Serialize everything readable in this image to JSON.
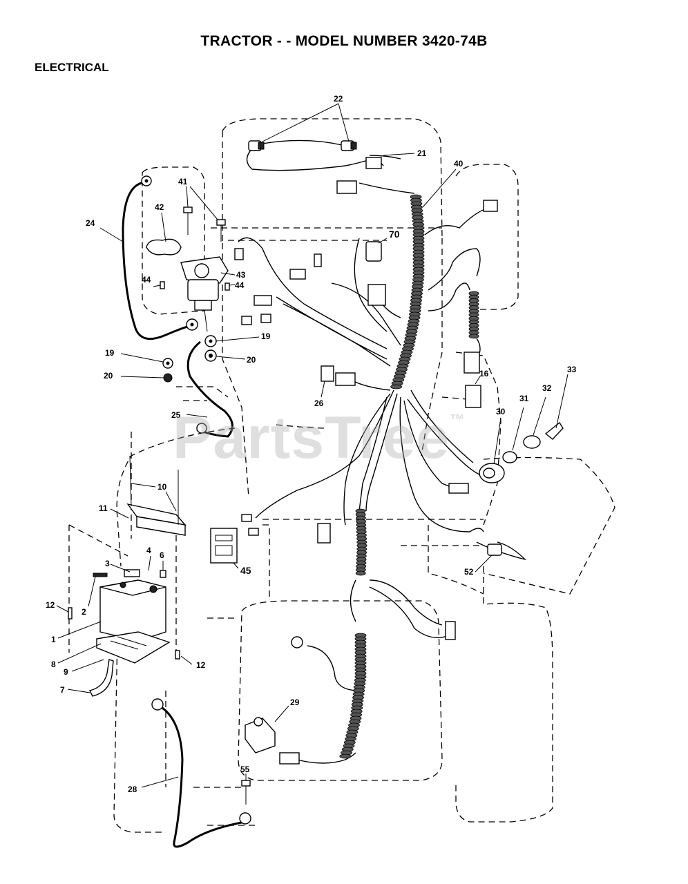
{
  "header": {
    "title": "TRACTOR - - MODEL NUMBER 3420-74B",
    "section": "ELECTRICAL"
  },
  "watermark": {
    "text": "PartsTree",
    "mark": "™"
  },
  "callouts": {
    "c22": "22",
    "c21": "21",
    "c40": "40",
    "c41": "41",
    "c42": "42",
    "c24": "24",
    "c70": "70",
    "c43": "43",
    "c44a": "44",
    "c44b": "44",
    "c19a": "19",
    "c19b": "19",
    "c20a": "20",
    "c20b": "20",
    "c16": "16",
    "c33": "33",
    "c32": "32",
    "c31": "31",
    "c30": "30",
    "c26": "26",
    "c25": "25",
    "c10": "10",
    "c11": "11",
    "c3": "3",
    "c4": "4",
    "c6": "6",
    "c45": "45",
    "c52": "52",
    "c12a": "12",
    "c2": "2",
    "c1": "1",
    "c8": "8",
    "c9": "9",
    "c7": "7",
    "c12b": "12",
    "c29": "29",
    "c55": "55",
    "c28": "28"
  }
}
